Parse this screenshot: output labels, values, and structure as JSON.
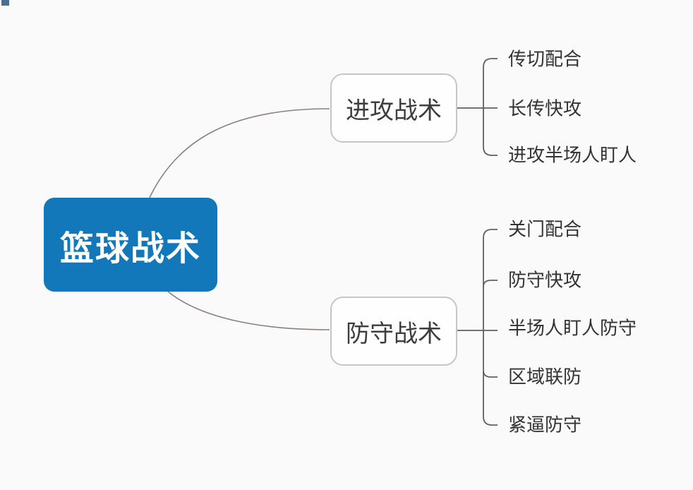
{
  "root": {
    "label": "篮球战术"
  },
  "branches": [
    {
      "label": "进攻战术",
      "children": [
        "传切配合",
        "长传快攻",
        "进攻半场人盯人"
      ]
    },
    {
      "label": "防守战术",
      "children": [
        "关门配合",
        "防守快攻",
        "半场人盯人防守",
        "区域联防",
        "紧逼防守"
      ]
    }
  ],
  "colors": {
    "canvas_bg": "#fbfafa",
    "root_bg": "#1378ba",
    "root_text": "#ffffff",
    "branch_border": "#c6c6c6",
    "branch_text": "#3d3d3d",
    "leaf_text": "#333333",
    "curve_line": "#8c7f7c",
    "bracket_line": "#606060",
    "artifact": "#2a567f"
  }
}
